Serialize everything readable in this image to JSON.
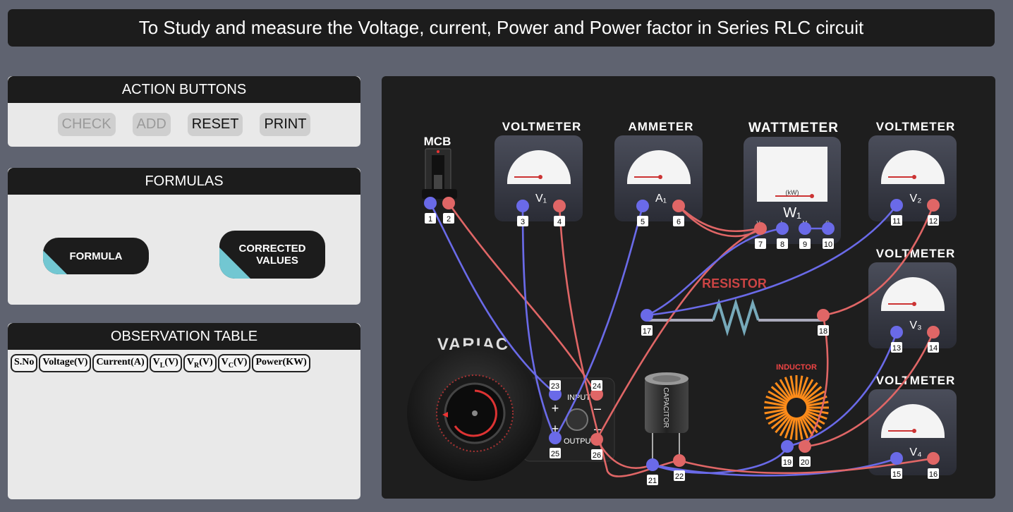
{
  "title": "To Study and measure the Voltage, current, Power and Power factor in Series RLC circuit",
  "actions": {
    "heading": "ACTION BUTTONS",
    "check": "CHECK",
    "add": "ADD",
    "reset": "RESET",
    "print": "PRINT"
  },
  "formulas": {
    "heading": "FORMULAS",
    "formula_btn": "FORMULA",
    "corrected_line1": "CORRECTED",
    "corrected_line2": "VALUES"
  },
  "observation": {
    "heading": "OBSERVATION TABLE",
    "columns": [
      "S.No",
      "Voltage(V)",
      "Current(A)",
      "VL(V)",
      "VR(V)",
      "VC(V)",
      "Power(KW)"
    ]
  },
  "circuit": {
    "mcb": "MCB",
    "voltmeter": "VOLTMETER",
    "ammeter": "AMMETER",
    "wattmeter": "WATTMETER",
    "variac": "VARIAC",
    "resistor": "RESISTOR",
    "inductor": "INDUCTOR",
    "capacitor": "CAPACITOR",
    "input": "INPUT",
    "output": "OUTPUT",
    "plus": "+",
    "minus": "–",
    "meter_v1": "V₁",
    "meter_a1": "A₁",
    "meter_w1": "W₁",
    "meter_v2": "V₂",
    "meter_v3": "V₃",
    "meter_v4": "V₄",
    "wattmeter_unit": "(kW)",
    "wattmeter_terms": [
      "V",
      "L",
      "M",
      "C"
    ],
    "terminals": [
      "1",
      "2",
      "3",
      "4",
      "5",
      "6",
      "7",
      "8",
      "9",
      "10",
      "11",
      "12",
      "13",
      "14",
      "15",
      "16",
      "17",
      "18",
      "19",
      "20",
      "21",
      "22",
      "23",
      "24",
      "25",
      "26"
    ]
  },
  "colors": {
    "wire_red": "#e06666",
    "wire_blue": "#6a6ae8",
    "accent_cyan": "#72c7d2",
    "inductor_orange": "#ff8c1a"
  }
}
